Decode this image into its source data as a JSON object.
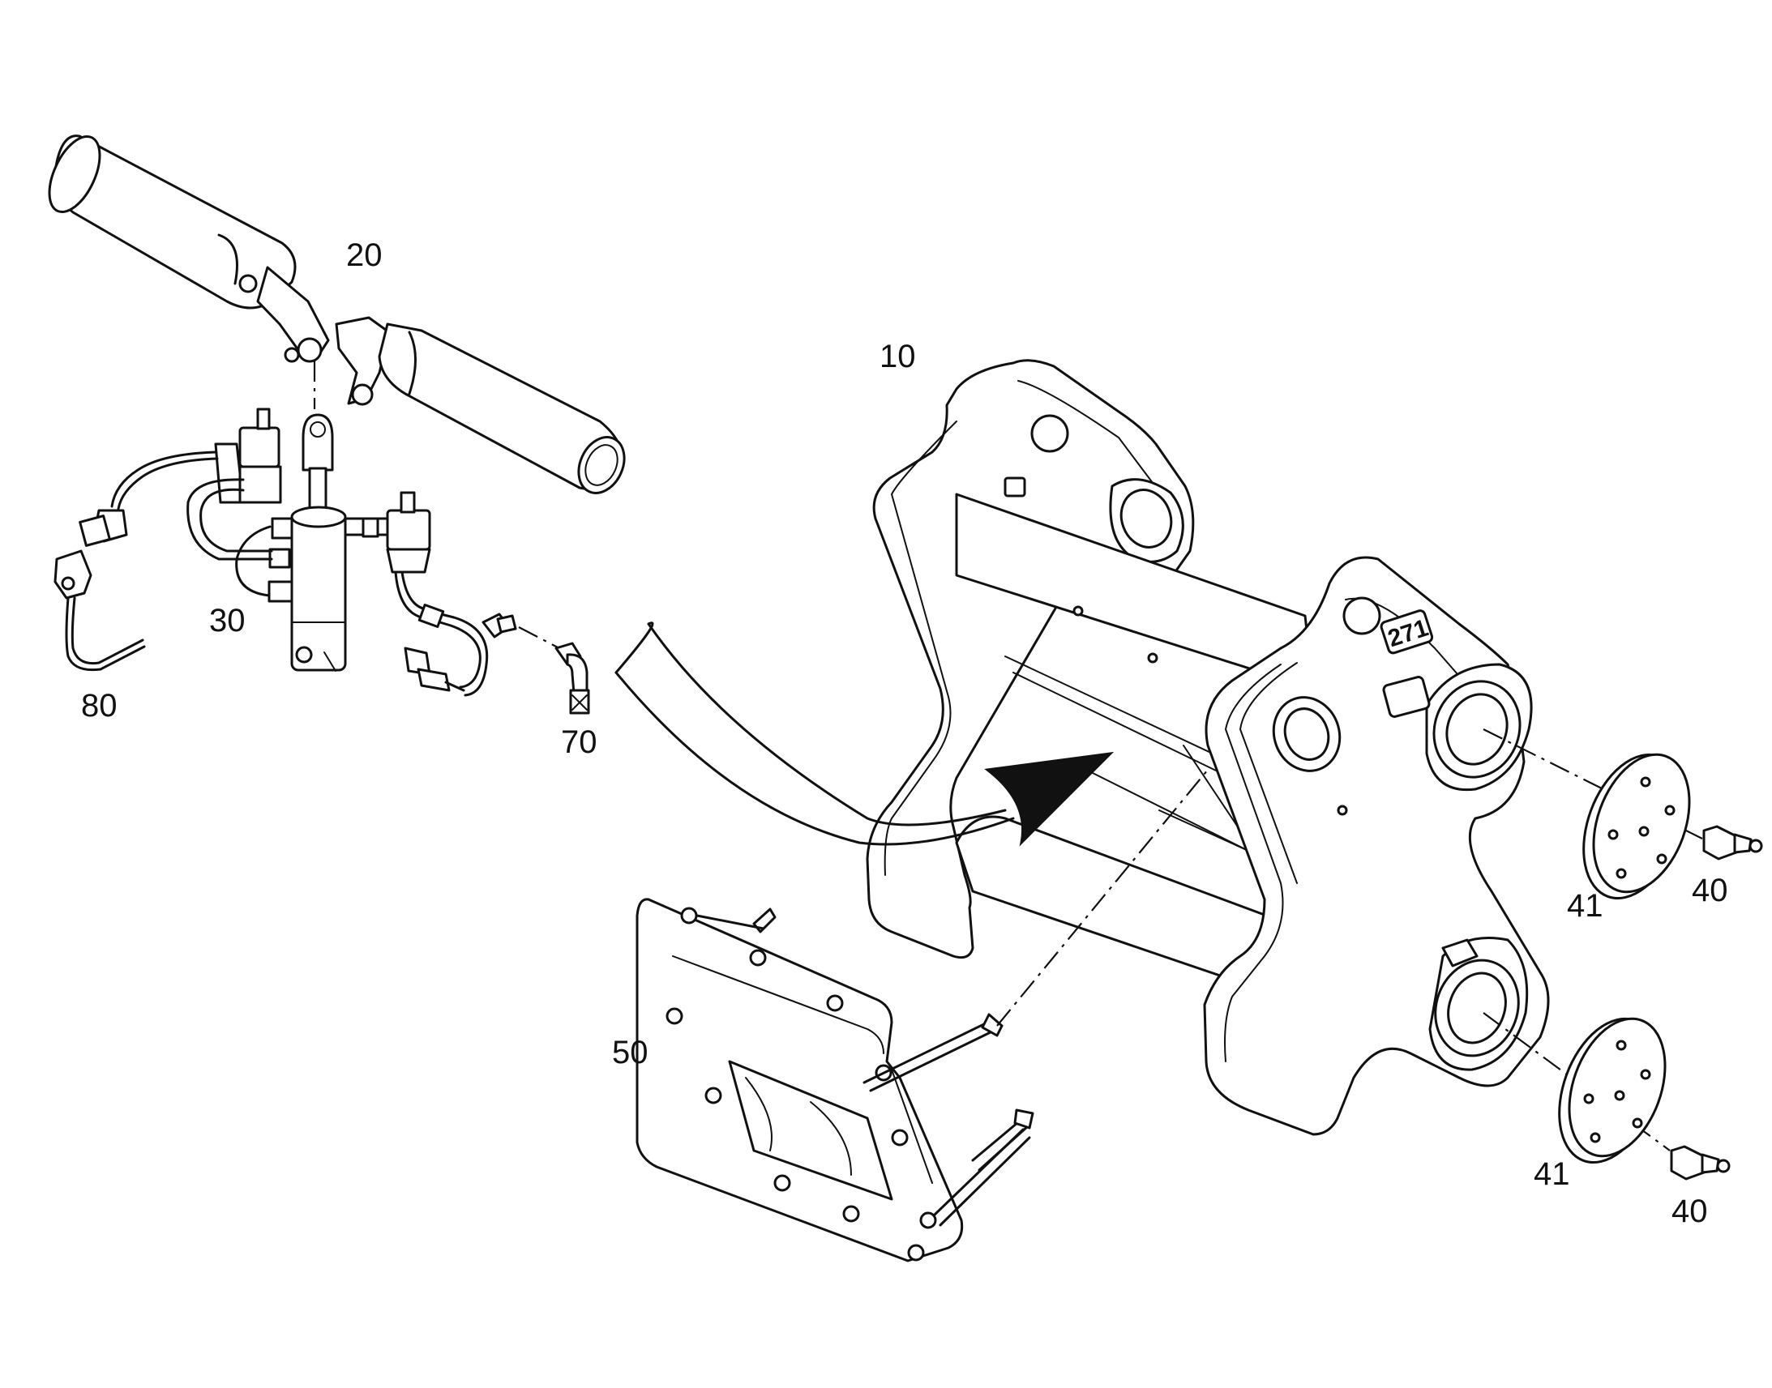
{
  "diagram": {
    "callouts": [
      {
        "id": "c20",
        "text": "20"
      },
      {
        "id": "c10",
        "text": "10"
      },
      {
        "id": "c30",
        "text": "30"
      },
      {
        "id": "c80",
        "text": "80"
      },
      {
        "id": "c70",
        "text": "70"
      },
      {
        "id": "c41a",
        "text": "41"
      },
      {
        "id": "c40a",
        "text": "40"
      },
      {
        "id": "c50",
        "text": "50"
      },
      {
        "id": "c41b",
        "text": "41"
      },
      {
        "id": "c40b",
        "text": "40"
      }
    ],
    "frame_stamp": "271"
  },
  "colors": {
    "line": "#111111",
    "background": "#ffffff"
  }
}
